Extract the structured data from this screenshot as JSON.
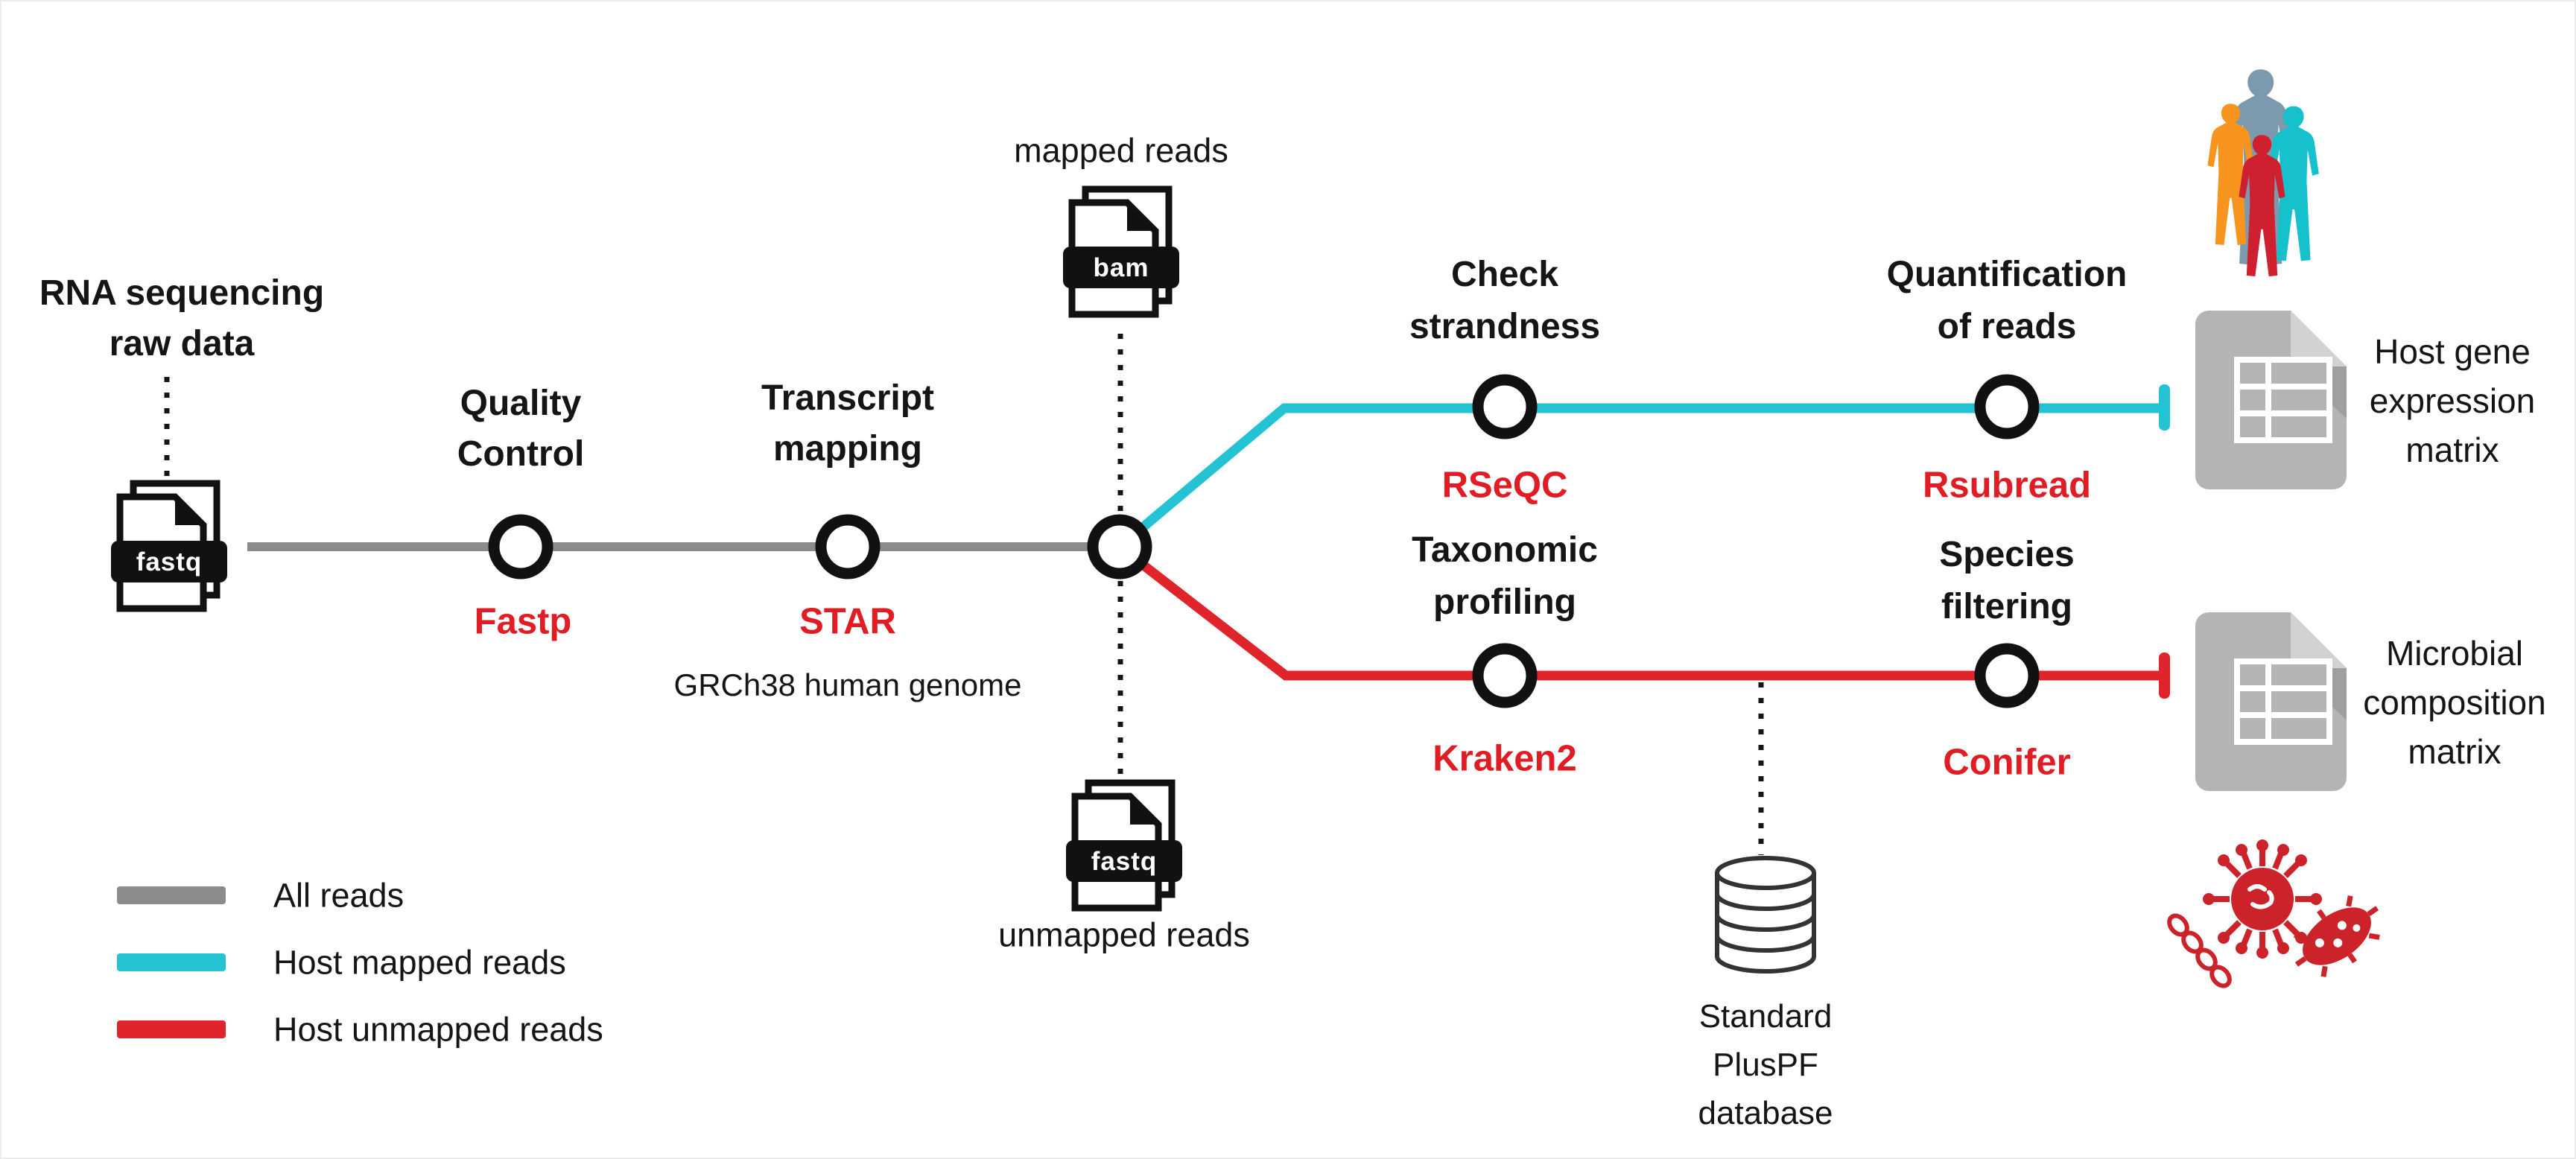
{
  "figure": {
    "input": {
      "title_lines": [
        "RNA sequencing",
        "raw data"
      ],
      "file_label": "fastq"
    },
    "steps": {
      "quality_control": {
        "title_lines": [
          "Quality",
          "Control"
        ],
        "tool": "Fastp"
      },
      "transcript_mapping": {
        "title_lines": [
          "Transcript",
          "mapping"
        ],
        "tool": "STAR",
        "note": "GRCh38 human genome"
      },
      "check_strandness": {
        "title_lines": [
          "Check",
          "strandness"
        ],
        "tool": "RSeQC"
      },
      "quantification": {
        "title_lines": [
          "Quantification",
          "of reads"
        ],
        "tool": "Rsubread"
      },
      "taxonomic_profiling": {
        "title_lines": [
          "Taxonomic",
          "profiling"
        ],
        "tool": "Kraken2"
      },
      "species_filtering": {
        "title_lines": [
          "Species",
          "filtering"
        ],
        "tool": "Conifer"
      }
    },
    "branch_files": {
      "mapped": {
        "label": "mapped reads",
        "file_label": "bam"
      },
      "unmapped": {
        "label": "unmapped reads",
        "file_label": "fastq"
      }
    },
    "database": {
      "label_lines": [
        "Standard",
        "PlusPF",
        "database"
      ]
    },
    "outputs": {
      "host": {
        "label_lines": [
          "Host gene",
          "expression",
          "matrix"
        ]
      },
      "microbial": {
        "label_lines": [
          "Microbial",
          "composition",
          "matrix"
        ]
      }
    },
    "legend": {
      "items": [
        {
          "label": "All reads",
          "color": "#898b8d"
        },
        {
          "label": "Host mapped reads",
          "color": "#23c3d4"
        },
        {
          "label": "Host unmapped reads",
          "color": "#e0242b"
        }
      ]
    },
    "colors": {
      "all_reads": "#898b8d",
      "host_mapped": "#23c3d4",
      "host_unmapped": "#e0242b",
      "tool_text": "#e01d24",
      "people": [
        "#7d99ad",
        "#f7941e",
        "#17c0cd",
        "#cf2030"
      ],
      "microbes": "#cc2229",
      "matrix_icon": "#b4b4b4"
    },
    "icons": {
      "input_file": "fastq-file-icon",
      "mapped_file": "bam-file-icon",
      "unmapped_file": "fastq-file-icon",
      "database": "database-cylinder-icon",
      "host_output": "spreadsheet-icon",
      "microbial_output": "spreadsheet-icon",
      "host_symbol": "people-icon",
      "microbial_symbol": "microbes-icon"
    }
  }
}
